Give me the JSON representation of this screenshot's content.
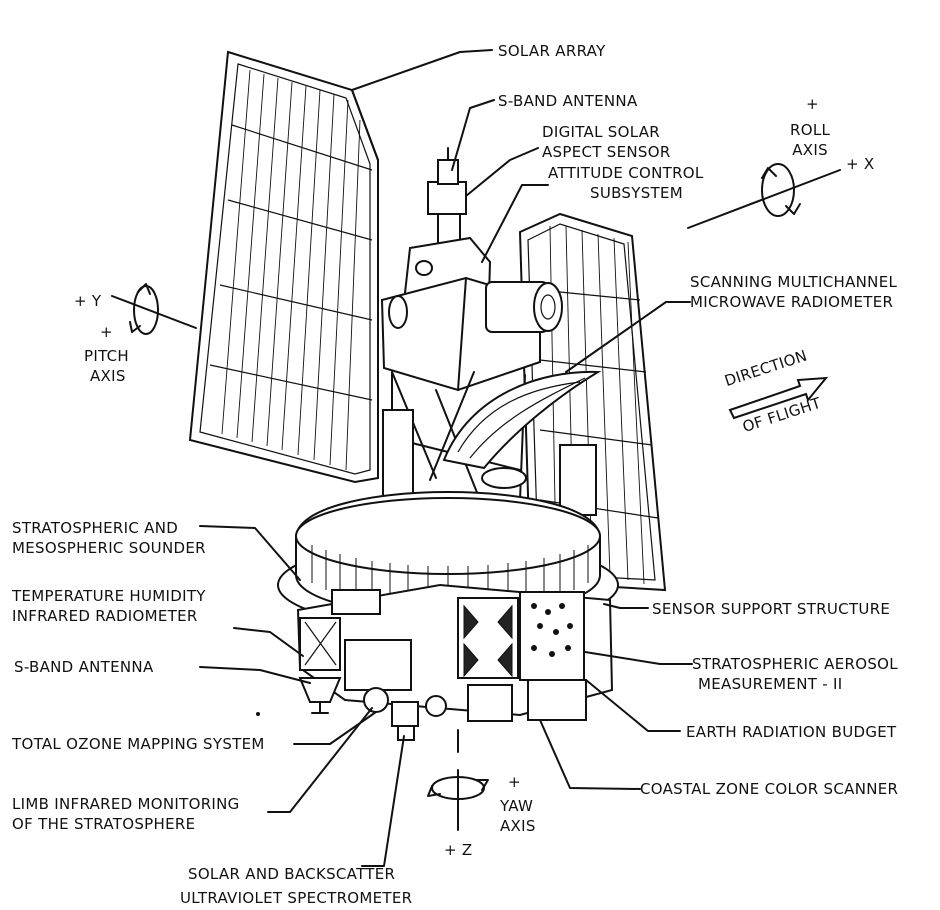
{
  "labels": {
    "solar_array": "SOLAR ARRAY",
    "s_band_antenna_top": "S-BAND ANTENNA",
    "digital_solar_1": "DIGITAL SOLAR",
    "digital_solar_2": "ASPECT SENSOR",
    "attitude_1": "ATTITUDE CONTROL",
    "attitude_2": "SUBSYSTEM",
    "smmr_1": "SCANNING MULTICHANNEL",
    "smmr_2": "MICROWAVE RADIOMETER",
    "sams_1": "STRATOSPHERIC AND",
    "sams_2": "MESOSPHERIC SOUNDER",
    "thir_1": "TEMPERATURE HUMIDITY",
    "thir_2": "INFRARED RADIOMETER",
    "s_band_antenna_bottom": "S-BAND ANTENNA",
    "toms": "TOTAL OZONE MAPPING SYSTEM",
    "lims_1": "LIMB INFRARED MONITORING",
    "lims_2": "OF THE STRATOSPHERE",
    "sbuv_1": "SOLAR AND BACKSCATTER",
    "sbuv_2": "ULTRAVIOLET SPECTROMETER",
    "sensor_support": "SENSOR SUPPORT STRUCTURE",
    "sam_1": "STRATOSPHERIC AEROSOL",
    "sam_2": "MEASUREMENT - II",
    "erb": "EARTH RADIATION BUDGET",
    "czcs": "COASTAL ZONE COLOR SCANNER"
  },
  "axes": {
    "roll_sign": "+",
    "roll_1": "ROLL",
    "roll_2": "AXIS",
    "roll_x": "+ X",
    "pitch_y": "+ Y",
    "pitch_sign": "+",
    "pitch_1": "PITCH",
    "pitch_2": "AXIS",
    "yaw_sign": "+",
    "yaw_1": "YAW",
    "yaw_2": "AXIS",
    "yaw_z": "+ Z"
  },
  "flight": {
    "line_1": "DIRECTION",
    "line_2": "OF FLIGHT"
  }
}
